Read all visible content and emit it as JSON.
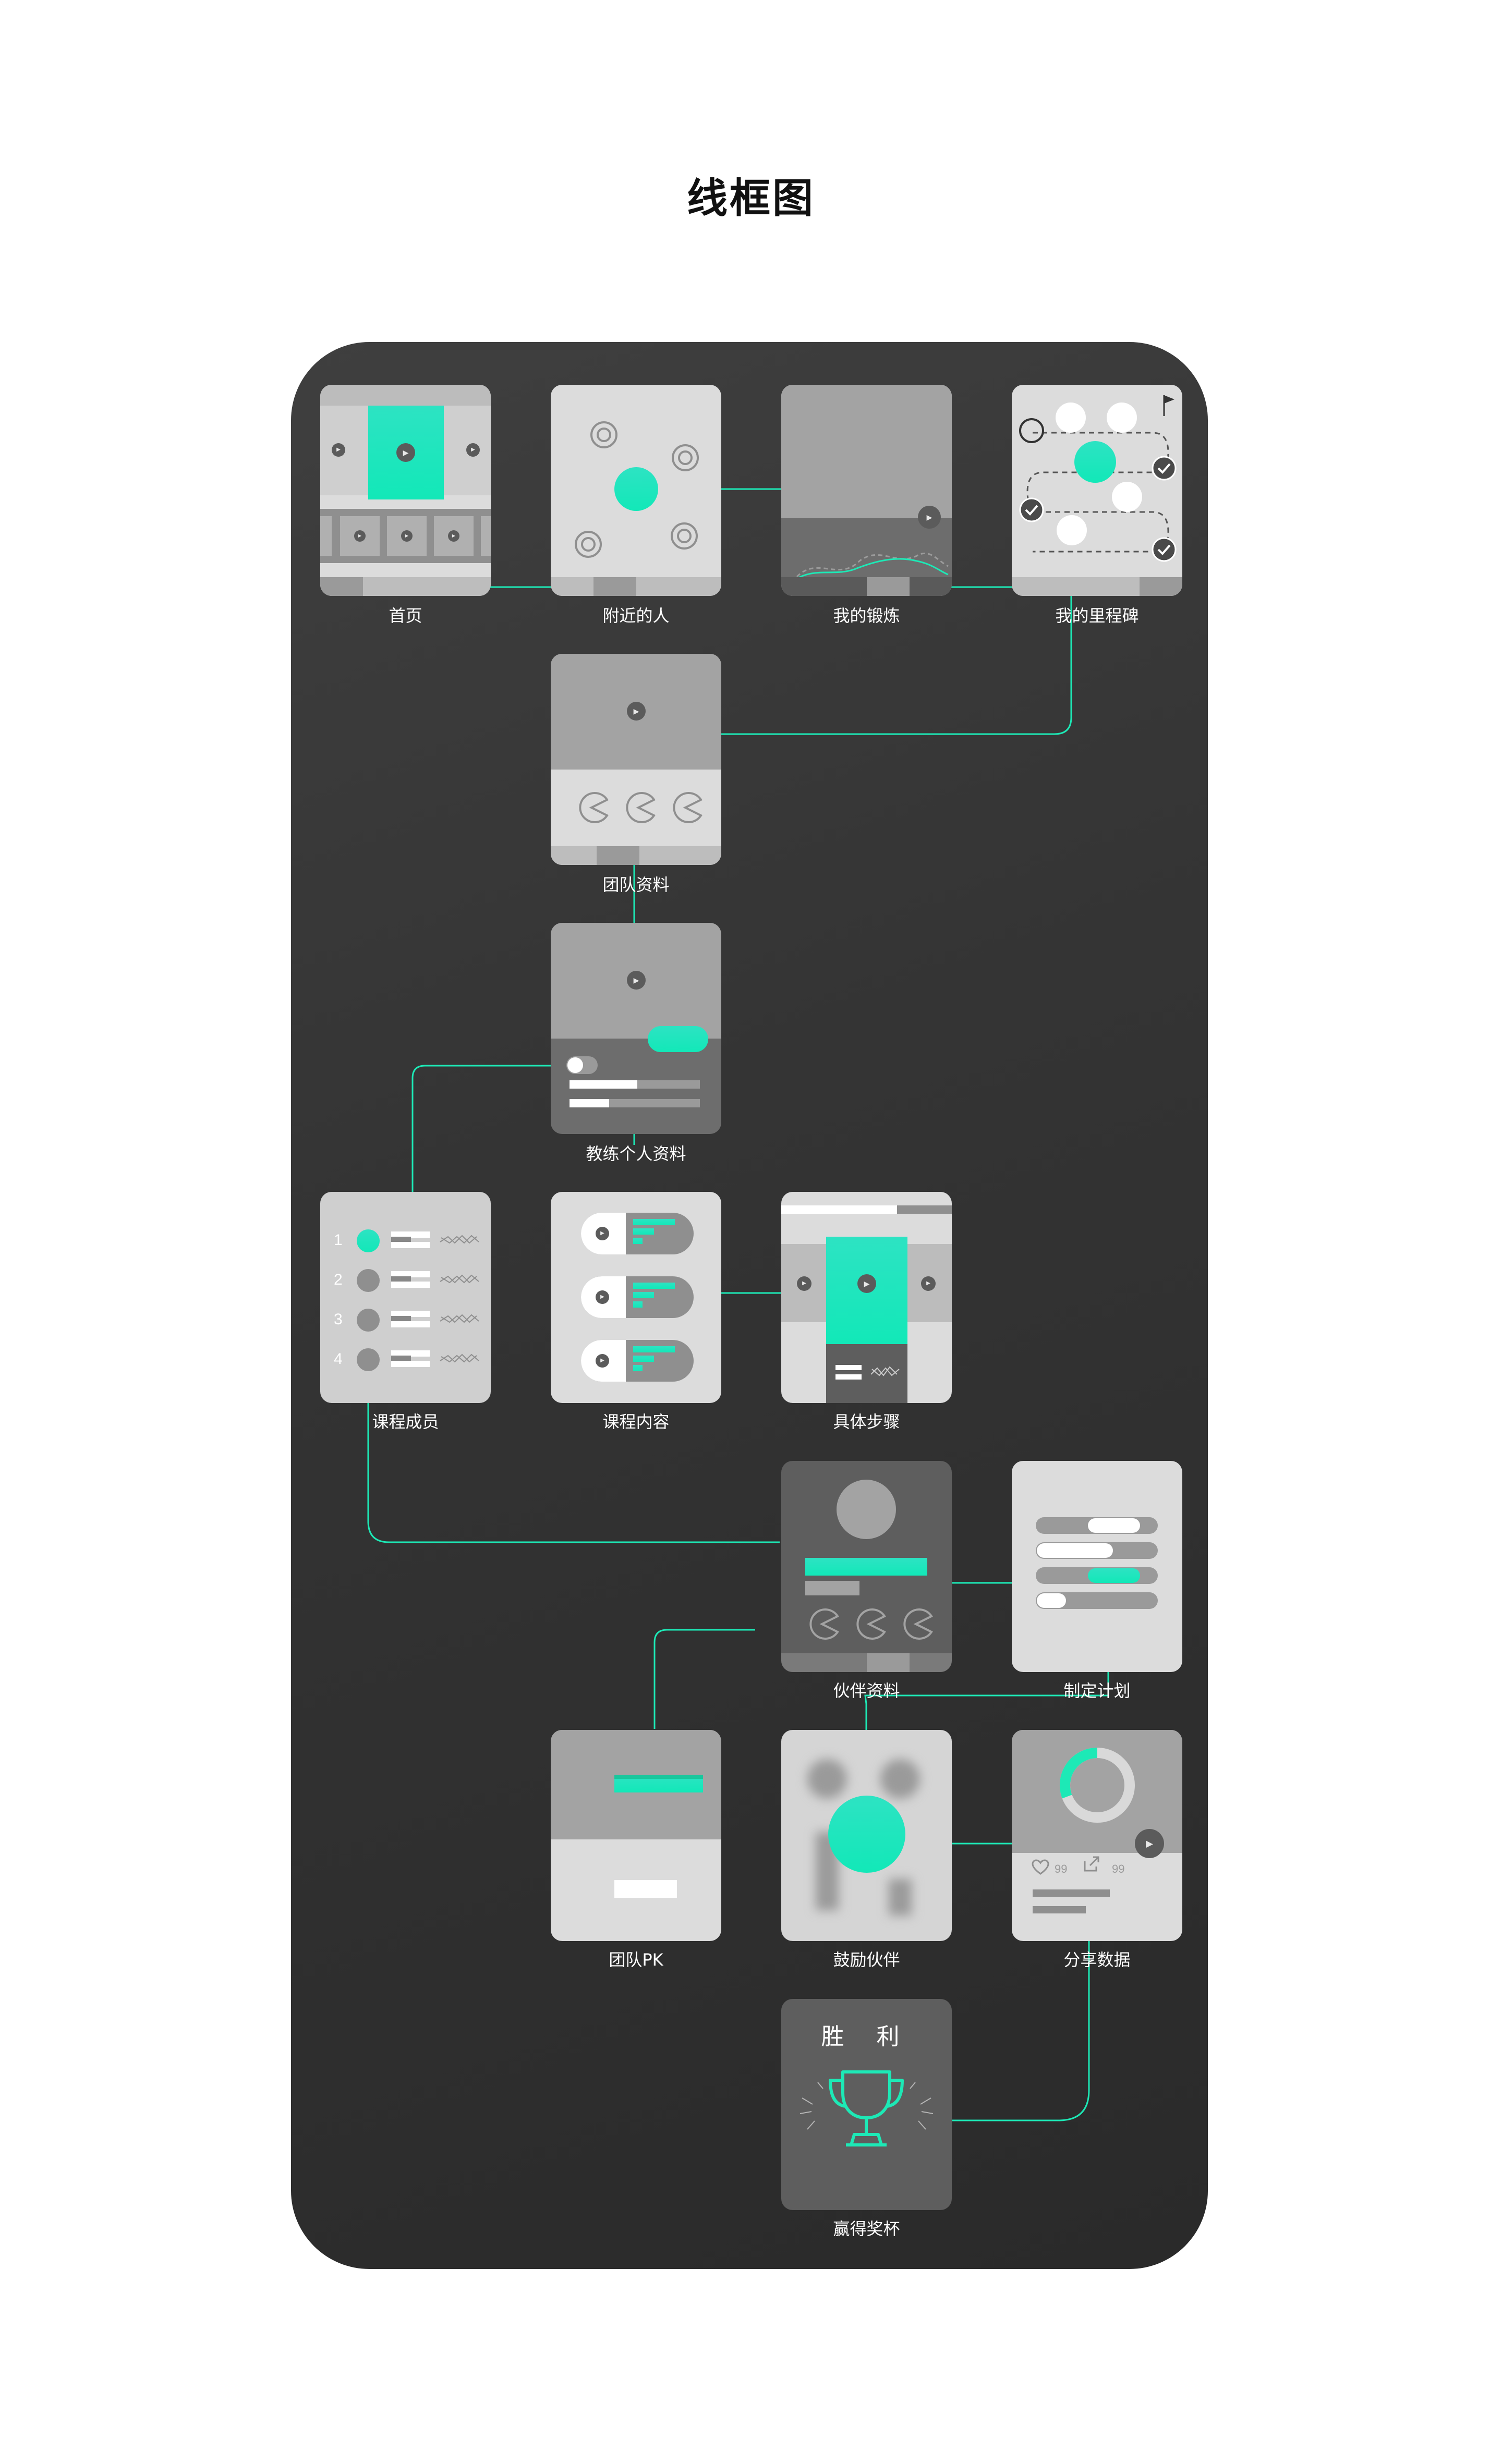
{
  "title": "线框图",
  "screens": {
    "home": "首页",
    "nearby": "附近的人",
    "my_workout": "我的锻炼",
    "milestone": "我的里程碑",
    "team_profile": "团队资料",
    "coach_profile": "教练个人资料",
    "course_members": "课程成员",
    "course_content": "课程内容",
    "steps": "具体步骤",
    "partner_profile": "伙伴资料",
    "make_plan": "制定计划",
    "team_pk": "团队PK",
    "encourage": "鼓励伙伴",
    "share_data": "分享数据",
    "win_trophy": "赢得奖杯"
  },
  "members": [
    "1",
    "2",
    "3",
    "4"
  ],
  "victory_text": "胜 利",
  "share": {
    "likes": "99",
    "shares": "99"
  },
  "colors": {
    "accent": "#1de9b6",
    "board": "#333333",
    "card": "#dcdcdc",
    "card_dark": "#a5a5a5"
  },
  "icons": [
    "play-icon",
    "pie-icon",
    "check-icon",
    "flag-icon",
    "heart-icon",
    "share-icon",
    "trophy-icon",
    "donut-icon"
  ]
}
